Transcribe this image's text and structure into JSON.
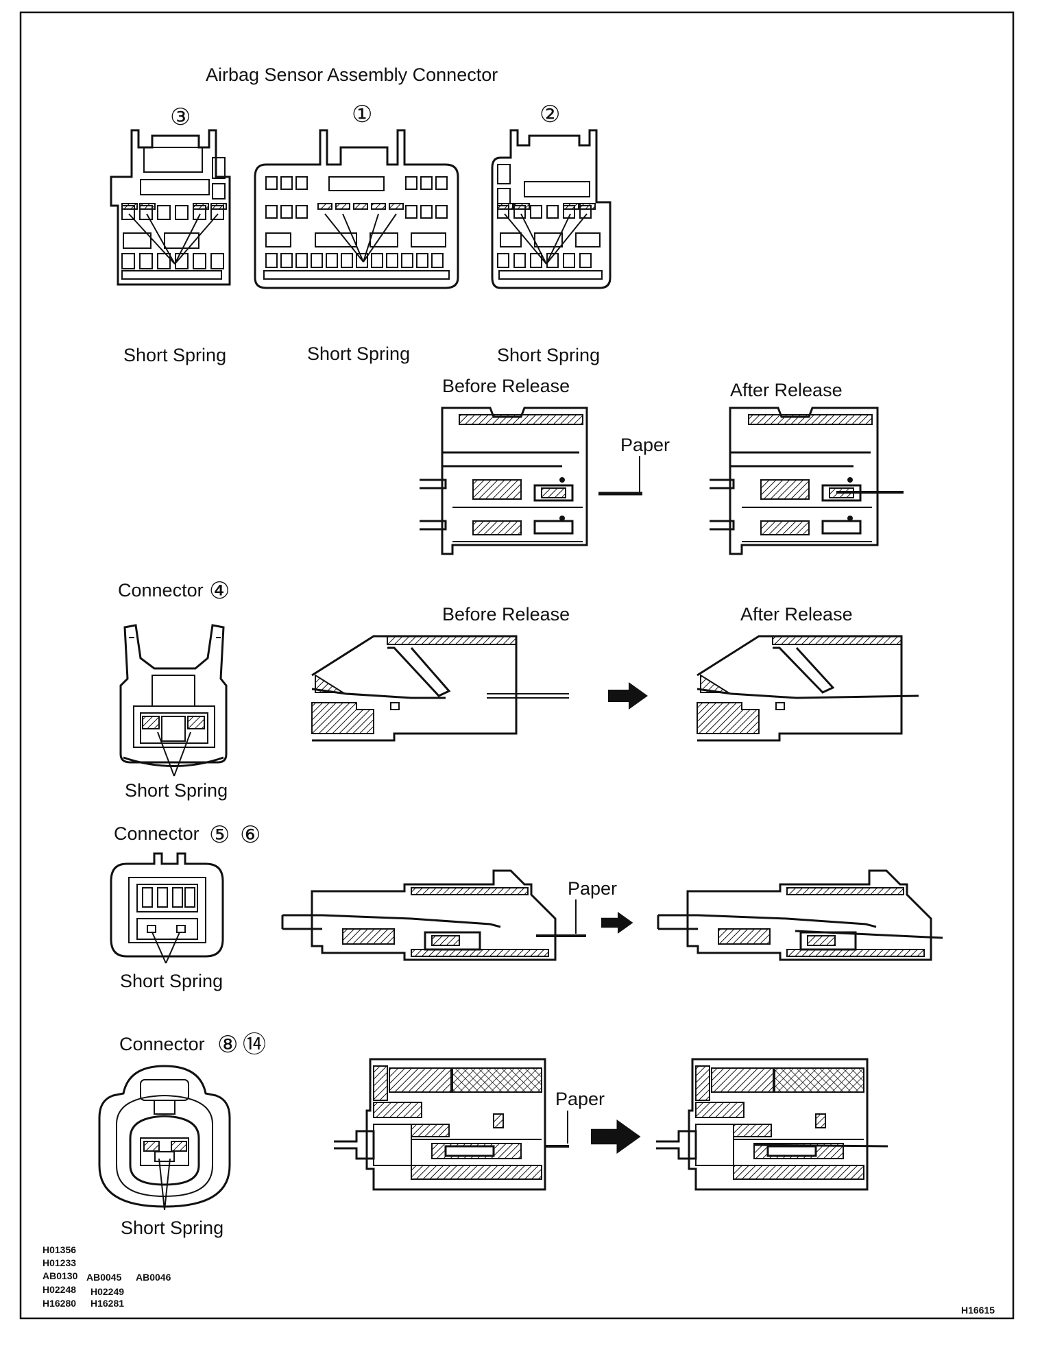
{
  "title": "Airbag Sensor Assembly Connector",
  "connector_numbers": [
    "③",
    "①",
    "②"
  ],
  "short_spring": "Short Spring",
  "before_release": "Before Release",
  "after_release": "After Release",
  "paper": "Paper",
  "connector_4": {
    "label": "Connector",
    "num": "④"
  },
  "connector_5_6": {
    "label": "Connector",
    "num1": "⑤",
    "num2": "⑥"
  },
  "connector_8_14": {
    "label": "Connector",
    "num1": "⑧",
    "num2": "⑭"
  },
  "references": [
    "H01356",
    "H01233",
    "AB0130",
    "AB0045",
    "AB0046",
    "H02248",
    "H02249",
    "H16280",
    "H16281"
  ],
  "figure_id": "H16615"
}
